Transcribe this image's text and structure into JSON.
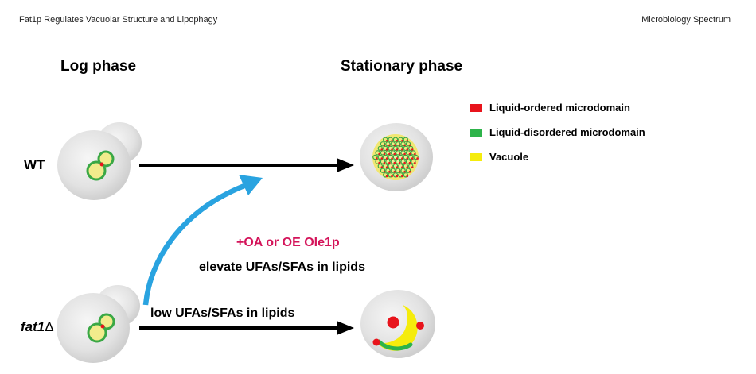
{
  "header": {
    "left": "Fat1p Regulates Vacuolar Structure and Lipophagy",
    "right": "Microbiology Spectrum"
  },
  "phases": {
    "log": "Log phase",
    "stationary": "Stationary phase"
  },
  "rows": {
    "wt": "WT",
    "mutant_gene": "fat1",
    "mutant_symbol": "Δ"
  },
  "legend": [
    {
      "label": "Liquid-ordered microdomain",
      "color": "#e8141c"
    },
    {
      "label": "Liquid-disordered microdomain",
      "color": "#2db34a"
    },
    {
      "label": "Vacuole",
      "color": "#f5ec0c"
    }
  ],
  "annotations": {
    "treatment": "+OA or OE Ole1p",
    "treatment_color": "#d4145a",
    "elevate": "elevate UFAs/SFAs in lipids",
    "low": "low UFAs/SFAs in lipids"
  },
  "colors": {
    "arrow_black": "#000000",
    "arrow_blue": "#29a3e0",
    "cell_fill": "#e6e6e6",
    "membrane_green": "#3aa845",
    "vacuole_yellow": "#f2ec8c",
    "lipid_red": "#e8141c"
  }
}
